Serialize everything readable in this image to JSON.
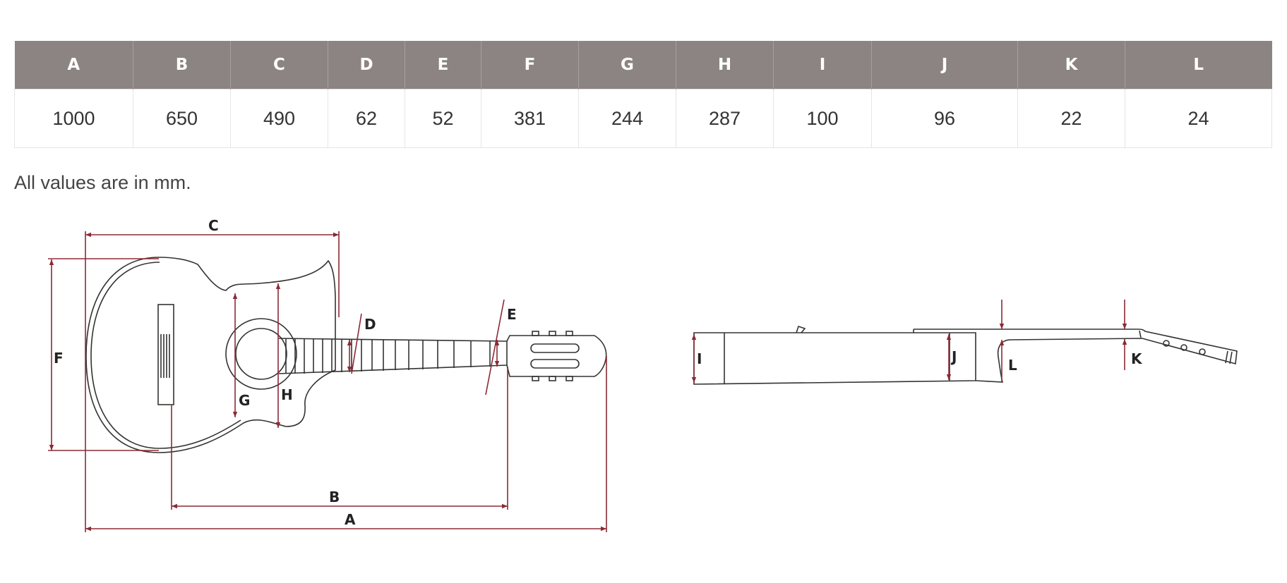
{
  "table": {
    "headers": [
      "A",
      "B",
      "C",
      "D",
      "E",
      "F",
      "G",
      "H",
      "I",
      "J",
      "K",
      "L"
    ],
    "values": [
      "1000",
      "650",
      "490",
      "62",
      "52",
      "381",
      "244",
      "287",
      "100",
      "96",
      "22",
      "24"
    ]
  },
  "note": "All values are in mm.",
  "diagram_labels": {
    "a": "A",
    "b": "B",
    "c": "C",
    "d": "D",
    "e": "E",
    "f": "F",
    "g": "G",
    "h": "H",
    "i": "I",
    "j": "J",
    "k": "K",
    "l": "L"
  },
  "colors": {
    "header_bg": "#8c8483",
    "dimension_line": "#8b2a36",
    "outline": "#333333"
  }
}
